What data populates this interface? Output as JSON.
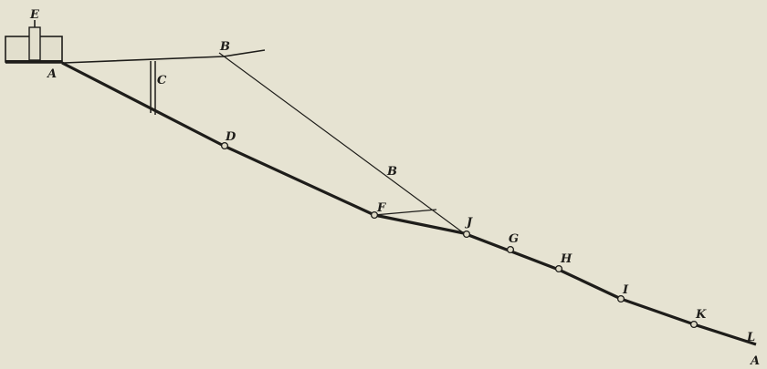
{
  "labels": {
    "E": "E",
    "A_top": "A",
    "B_top": "B",
    "C": "C",
    "D": "D",
    "B_mid": "B",
    "F": "F",
    "J": "J",
    "G": "G",
    "H": "H",
    "I": "I",
    "K": "K",
    "L": "L",
    "A_bottom": "A"
  },
  "colors": {
    "paper": "#e6e3d2",
    "ink": "#1e1d1a"
  }
}
